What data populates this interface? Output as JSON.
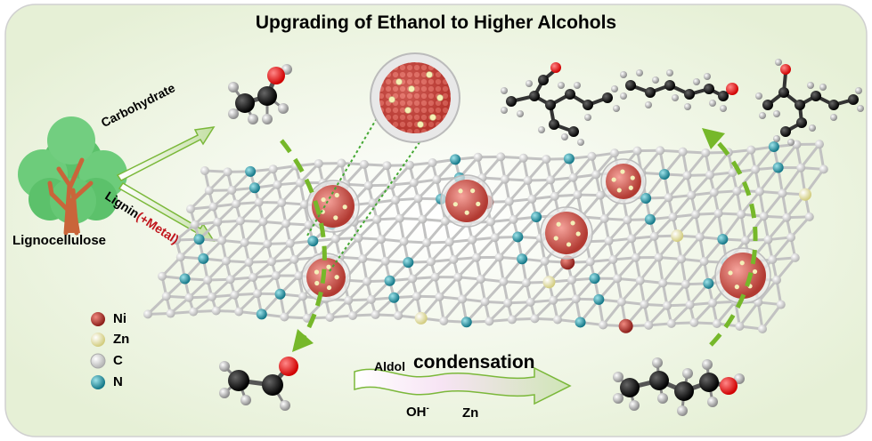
{
  "title": "Upgrading of Ethanol to Higher Alcohols",
  "feedstock": {
    "label": "Lignocellulose",
    "branch_carbohydrate": "Carbohydrate",
    "branch_lignin": "Lignin",
    "branch_lignin_suffix": "(+Metal)"
  },
  "legend": [
    {
      "symbol": "Ni",
      "color": "#a42b26"
    },
    {
      "symbol": "Zn",
      "color": "#ebe7b0"
    },
    {
      "symbol": "C",
      "color": "#ededed"
    },
    {
      "symbol": "N",
      "color": "#2a9aa8"
    }
  ],
  "reaction": {
    "word1": "Aldol",
    "word2": "condensation",
    "base": "OH",
    "base_charge": "-",
    "metal": "Zn"
  },
  "colors": {
    "panel_bg": "#eef5e2",
    "arrow_green": "#76b82a",
    "tree_leaf": "#5cc16b",
    "tree_trunk": "#c9653a",
    "oxygen": "#ee1111",
    "carbon_atom": "#151515",
    "hydrogen": "#bdbdbd"
  },
  "molecules": [
    "ethanol",
    "acetaldehyde",
    "n-butanol",
    "hexanol",
    "branched-alcohol-1",
    "branched-alcohol-2"
  ]
}
